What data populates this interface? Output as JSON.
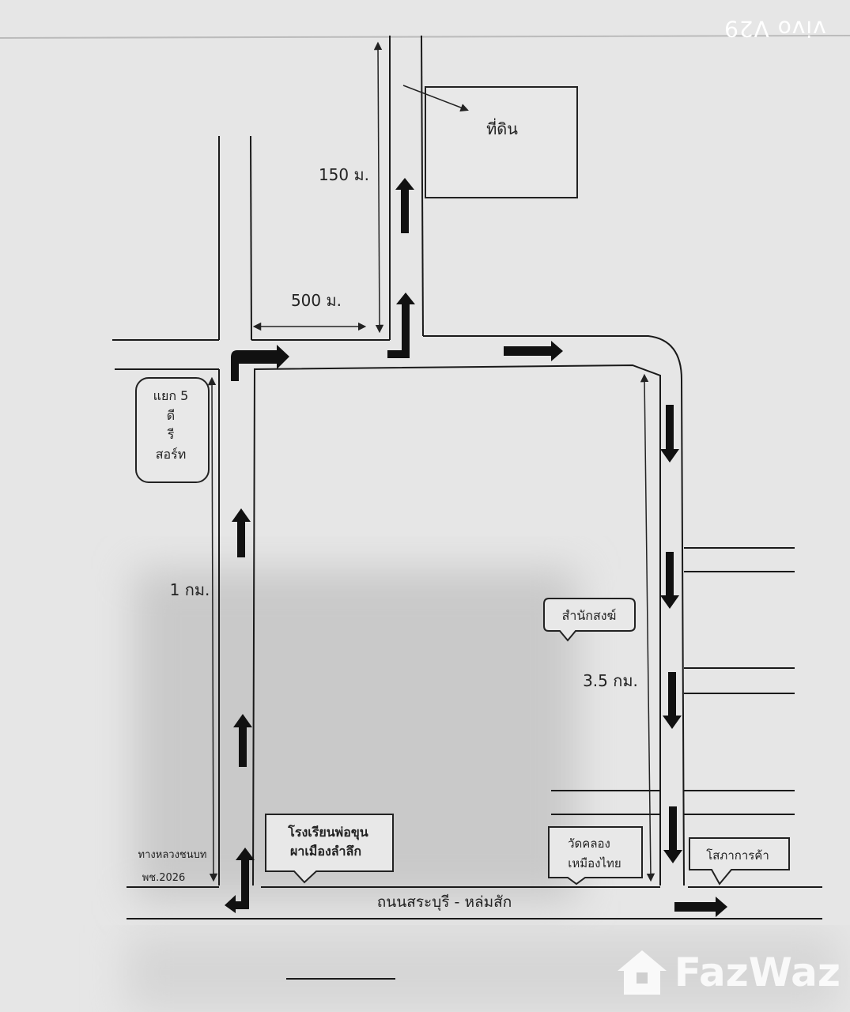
{
  "watermark": {
    "camera": "vivo V29",
    "brand": "FazWaz"
  },
  "labels": {
    "land": "ที่ดิน",
    "dist_150": "150 ม.",
    "dist_500": "500 ม.",
    "dist_1km": "1 กม.",
    "dist_3_5km": "3.5 กม.",
    "junction": [
      "แยก 5",
      "ดี",
      "รี",
      "สอร์ท"
    ],
    "monastery": "สำนักสงฆ์",
    "rural_road": [
      "ทางหลวงชนบท",
      "พช.2026"
    ],
    "school": [
      "โรงเรียนพ่อขุน",
      "ผาเมืองลำลึก"
    ],
    "temple": [
      "วัดคลอง",
      "เหมืองไทย"
    ],
    "shop": "โสภาการค้า",
    "main_road": "ถนนสระบุรี - หล่มสัก"
  }
}
